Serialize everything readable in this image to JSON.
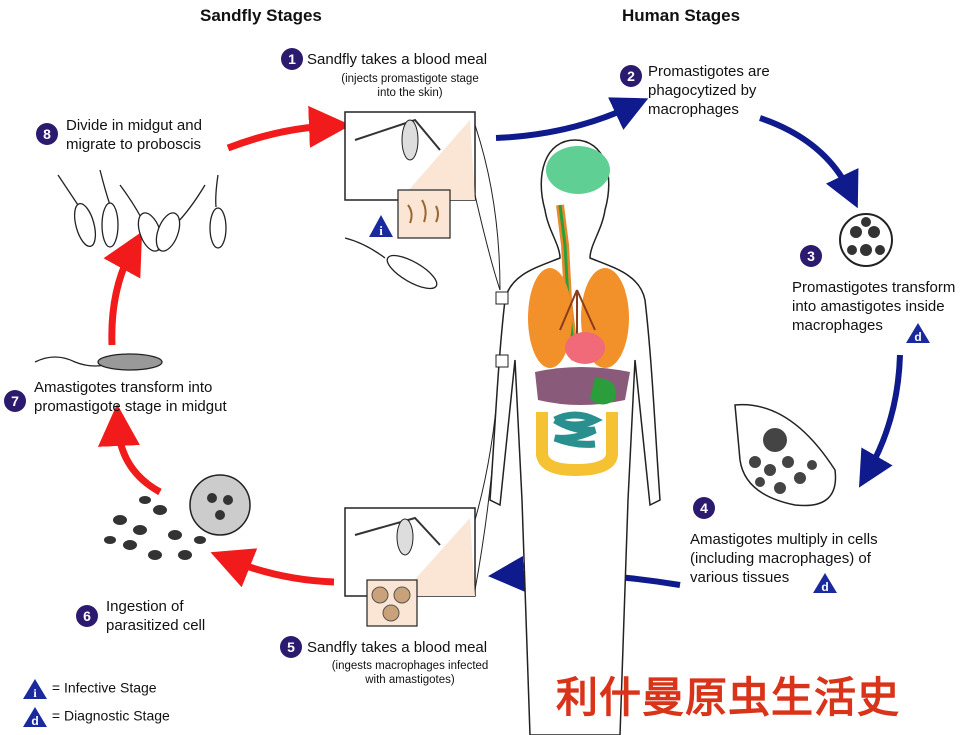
{
  "headers": {
    "sandfly": "Sandfly Stages",
    "human": "Human Stages"
  },
  "colors": {
    "red_arrow": "#f21b1b",
    "blue_arrow": "#0f1a8c",
    "badge": "#2b1a6e",
    "title": "#d9341a"
  },
  "stages": [
    {
      "n": "1",
      "text": "Sandfly takes a blood meal",
      "sub": "(injects promastigote stage",
      "sub2": "into the skin)"
    },
    {
      "n": "2",
      "text": "Promastigotes are",
      "text2": "phagocytized by",
      "text3": "macrophages"
    },
    {
      "n": "3",
      "text": "Promastigotes transform",
      "text2": "into amastigotes inside",
      "text3": "macrophages"
    },
    {
      "n": "4",
      "text": "Amastigotes multiply in cells",
      "text2": "(including macrophages) of",
      "text3": "various tissues"
    },
    {
      "n": "5",
      "text": "Sandfly takes a blood meal",
      "sub": "(ingests macrophages infected",
      "sub2": "with amastigotes)"
    },
    {
      "n": "6",
      "text": "Ingestion of",
      "text2": "parasitized cell"
    },
    {
      "n": "7",
      "text": "Amastigotes transform into",
      "text2": "promastigote stage in midgut"
    },
    {
      "n": "8",
      "text": "Divide in midgut and",
      "text2": "migrate to proboscis"
    }
  ],
  "legend": {
    "i_symbol": "i",
    "i_text": "= Infective Stage",
    "d_symbol": "d",
    "d_text": "= Diagnostic Stage"
  },
  "title_cn": "利什曼原虫生活史"
}
